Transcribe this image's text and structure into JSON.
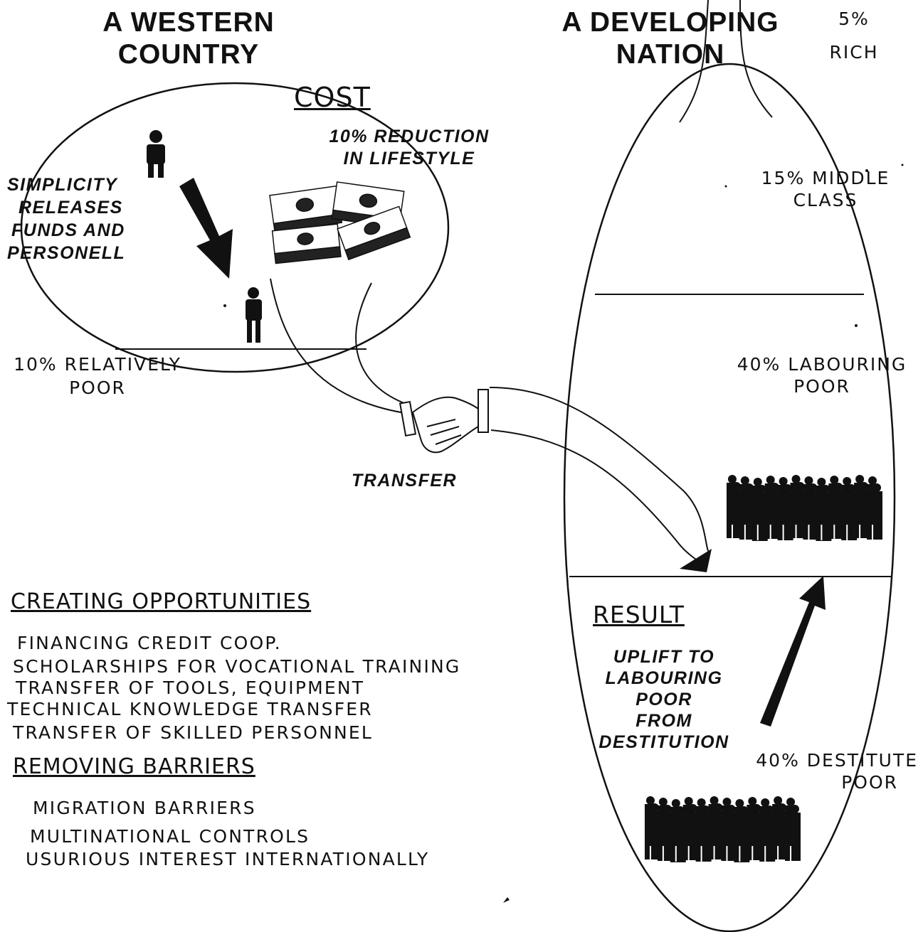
{
  "titles": {
    "western": [
      "A WESTERN",
      "COUNTRY"
    ],
    "developing": [
      "A DEVELOPING",
      "NATION"
    ]
  },
  "western": {
    "cost_heading": "COST",
    "cost_text": [
      "10% REDUCTION",
      "IN LIFESTYLE"
    ],
    "simplicity_text": [
      "SIMPLICITY",
      "RELEASES",
      "FUNDS AND",
      "PERSONELL"
    ],
    "relatively_poor": [
      "10% RELATIVELY",
      "POOR"
    ]
  },
  "developing": {
    "rich": [
      "5%",
      "RICH"
    ],
    "middle_class": [
      "15% MIDDLE",
      "CLASS"
    ],
    "labouring_poor": [
      "40% LABOURING",
      "POOR"
    ],
    "result_heading": "RESULT",
    "uplift_text": [
      "UPLIFT TO",
      "LABOURING",
      "POOR",
      "FROM",
      "DESTITUTION"
    ],
    "destitute_poor": [
      "40% DESTITUTE",
      "POOR"
    ]
  },
  "transfer_label": "TRANSFER",
  "opportunities": {
    "heading": "CREATING OPPORTUNITIES",
    "items": [
      "FINANCING CREDIT COOP.",
      "SCHOLARSHIPS FOR VOCATIONAL TRAINING",
      "TRANSFER OF TOOLS, EQUIPMENT",
      "TECHNICAL KNOWLEDGE TRANSFER",
      "TRANSFER OF SKILLED PERSONNEL"
    ]
  },
  "barriers": {
    "heading": "REMOVING BARRIERS",
    "items": [
      "MIGRATION BARRIERS",
      "MULTINATIONAL CONTROLS",
      "USURIOUS INTEREST INTERNATIONALLY"
    ]
  },
  "icons": [
    "person-icon",
    "money-stack-icon",
    "handshake-icon",
    "crowd-icon",
    "arrow-icon"
  ],
  "colors": {
    "ink": "#111111",
    "paper": "#ffffff"
  }
}
